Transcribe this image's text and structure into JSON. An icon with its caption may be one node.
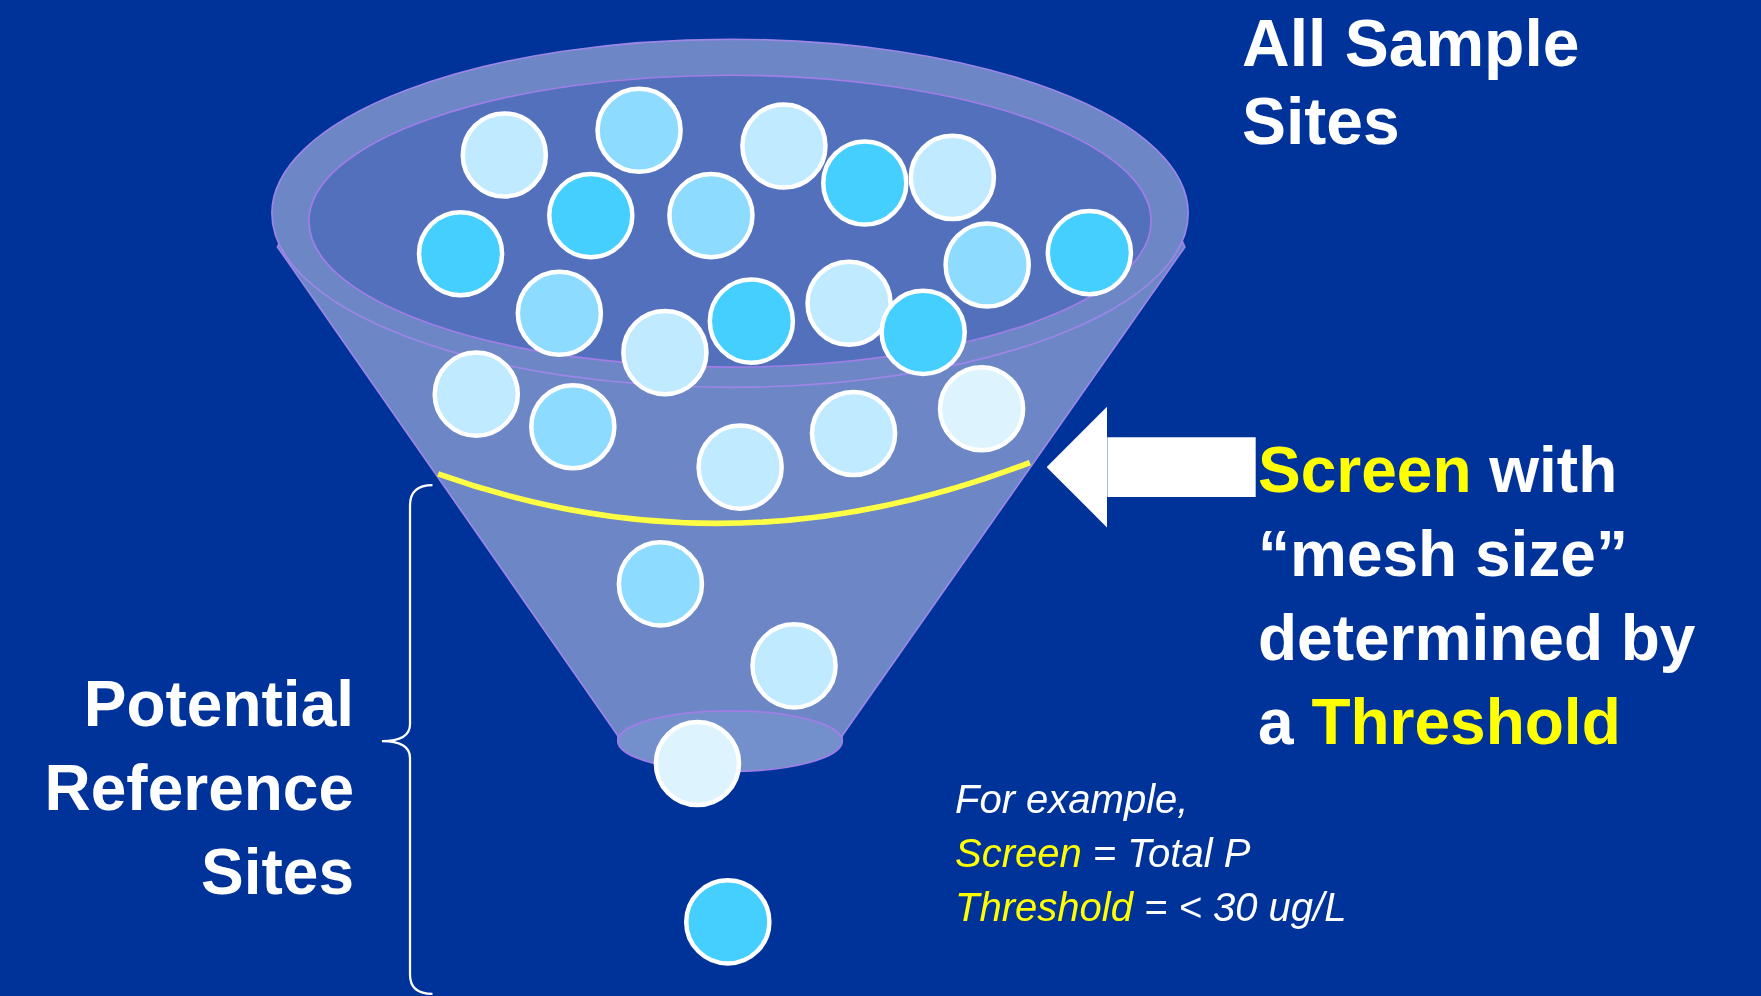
{
  "diagram": {
    "nodes": [
      {
        "text": [],
        "shape": "picture"
      },
      {
        "text": [
          "**Screen** with “mesh size” determined by a **Threshold**"
        ]
      }
    ],
    "edges": [
      {
        "from": 1,
        "to": 0,
        "arrow": "to"
      }
    ],
    "labels": [
      "All Sample Sites",
      "Potential Reference Sites",
      "For example,",
      "**Screen** = Total P",
      "**Threshold** = < 30 ug/L"
    ]
  }
}
